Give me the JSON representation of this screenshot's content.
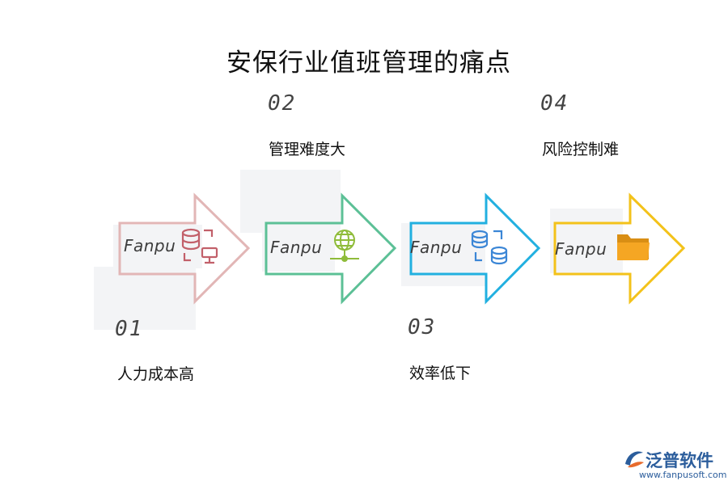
{
  "title": "安保行业值班管理的痛点",
  "steps": [
    {
      "number": "01",
      "label": "人力成本高",
      "color": "#e2b6b6",
      "icon_color": "#c2606a",
      "icon": "database-network-icon",
      "watermark": "Fanpu"
    },
    {
      "number": "02",
      "label": "管理难度大",
      "color": "#5cc096",
      "icon_color": "#8fbc3a",
      "icon": "globe-network-icon",
      "watermark": "Fanpu"
    },
    {
      "number": "03",
      "label": "效率低下",
      "color": "#22b0e0",
      "icon_color": "#3b86d6",
      "icon": "database-transfer-icon",
      "watermark": "Fanpu"
    },
    {
      "number": "04",
      "label": "风险控制难",
      "color": "#f3c21a",
      "icon_color": "#f5a623",
      "icon": "folder-icon",
      "watermark": "Fanpu"
    }
  ],
  "logo": {
    "name": "泛普软件",
    "url": "www.fanpusoft.com",
    "color": "#2b5d9c"
  }
}
